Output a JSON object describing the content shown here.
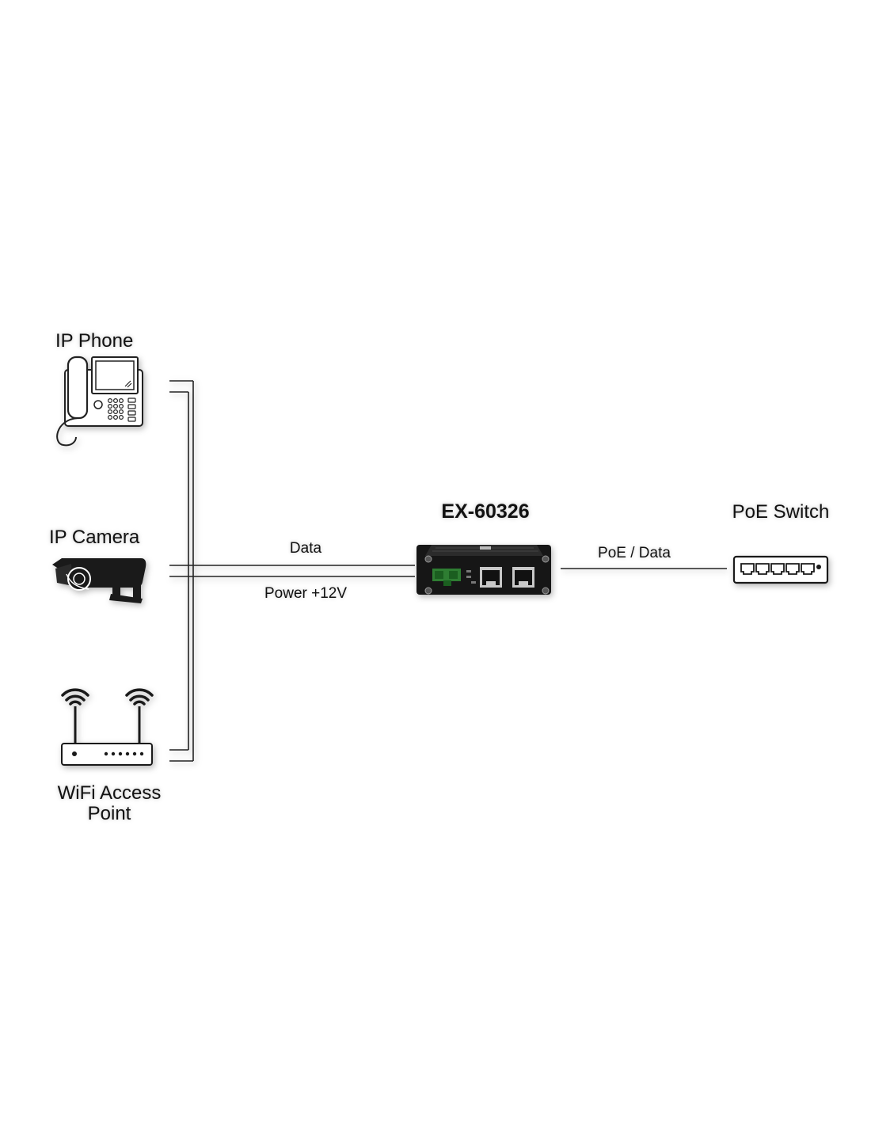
{
  "devices": {
    "ip_phone": "IP Phone",
    "ip_camera": "IP Camera",
    "wifi_ap_line1": "WiFi Access",
    "wifi_ap_line2": "Point",
    "poe_switch": "PoE Switch"
  },
  "product": {
    "model": "EX-60326"
  },
  "links": {
    "data": "Data",
    "power": "Power +12V",
    "poe_data": "PoE / Data"
  },
  "icons": {
    "phone": "desk-phone-icon",
    "camera": "security-camera-icon",
    "router": "wifi-router-icon",
    "switch": "network-switch-icon",
    "device": "poe-splitter-device"
  }
}
